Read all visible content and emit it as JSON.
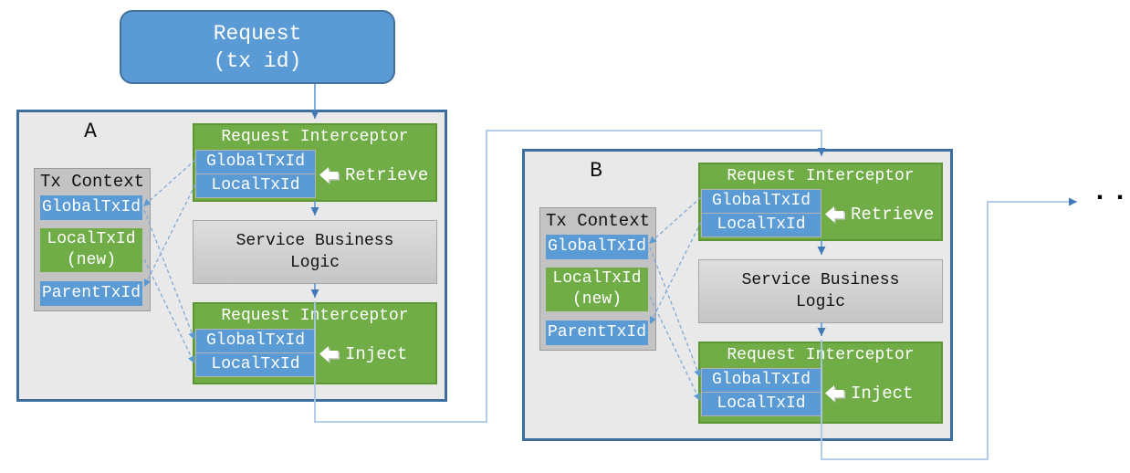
{
  "diagram": {
    "request_node": {
      "title": "Request",
      "subtitle": "(tx id)"
    },
    "services": [
      {
        "name": "A"
      },
      {
        "name": "B"
      }
    ],
    "tx_context": {
      "title": "Tx Context",
      "items": [
        {
          "label": "GlobalTxId"
        },
        {
          "label": "LocalTxId",
          "sublabel": "(new)"
        },
        {
          "label": "ParentTxId"
        }
      ]
    },
    "interceptor": {
      "title": "Request Interceptor",
      "items": [
        {
          "label": "GlobalTxId"
        },
        {
          "label": "LocalTxId"
        }
      ],
      "retrieve_label": "Retrieve",
      "inject_label": "Inject"
    },
    "service_logic": {
      "line1": "Service Business",
      "line2": "Logic"
    },
    "ellipsis": "...",
    "colors": {
      "node_blue": "#5B9BD5",
      "node_blue_border": "#41719C",
      "node_green": "#70AD47",
      "node_green_border": "#5E9633",
      "panel_gray": "#E9E9E9",
      "panel_border_blue": "#3D6F9E",
      "context_gray": "#C3C3C3",
      "logic_gray": "#D9D9D9",
      "connector_light_blue": "#A9C7E7",
      "connector_blue": "#5B9BD5",
      "arrowhead_blue": "#4079B5"
    }
  }
}
